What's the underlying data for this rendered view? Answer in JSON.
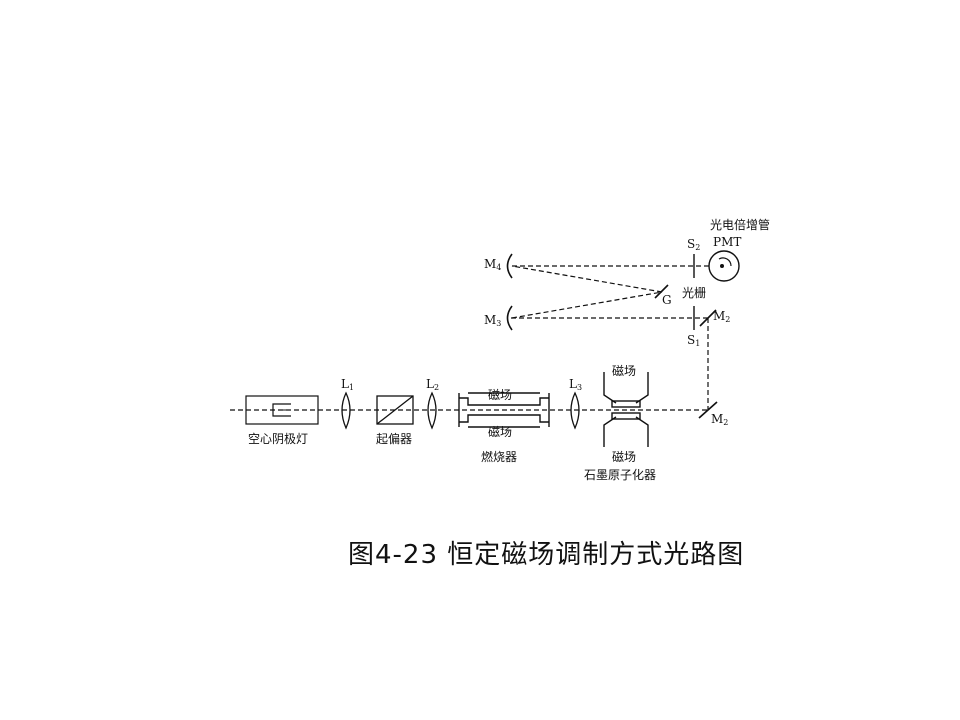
{
  "diagram": {
    "labels": {
      "pmt_cn": "光电倍增管",
      "pmt": "PMT",
      "s2": "S",
      "s2_sub": "2",
      "m4": "M",
      "m4_sub": "4",
      "m3": "M",
      "m3_sub": "3",
      "g": "G",
      "grating": "光栅",
      "m2_top": "M",
      "m2_top_sub": "2",
      "s1": "S",
      "s1_sub": "1",
      "m2_bottom": "M",
      "m2_bottom_sub": "2",
      "l1": "L",
      "l1_sub": "1",
      "l2": "L",
      "l2_sub": "2",
      "l3": "L",
      "l3_sub": "3",
      "lamp": "空心阴极灯",
      "polarizer": "起偏器",
      "burner_field_top": "磁场",
      "burner_field_bottom": "磁场",
      "burner": "燃烧器",
      "furnace_field_top": "磁场",
      "furnace_field_bottom": "磁场",
      "furnace": "石墨原子化器"
    }
  },
  "caption": "图4-23  恒定磁场调制方式光路图"
}
